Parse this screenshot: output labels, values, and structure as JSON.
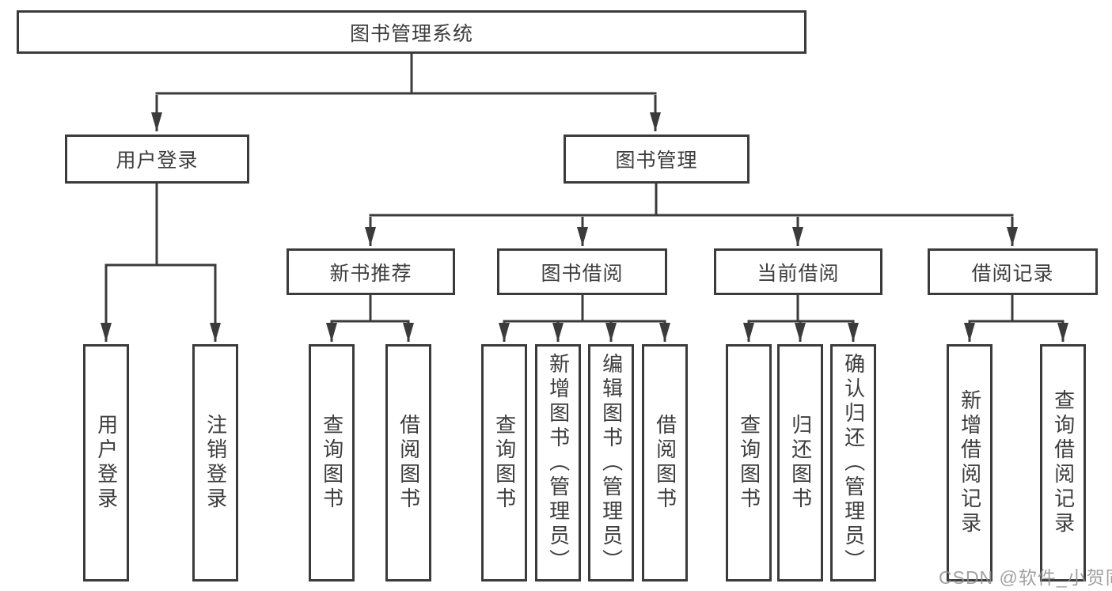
{
  "diagram": {
    "root": {
      "label": "图书管理系统"
    },
    "level2": [
      {
        "label": "用户登录",
        "children": [
          {
            "label": "用户登录"
          },
          {
            "label": "注销登录"
          }
        ]
      },
      {
        "label": "图书管理",
        "children": [
          {
            "label": "新书推荐",
            "children": [
              {
                "label": "查询图书"
              },
              {
                "label": "借阅图书"
              }
            ]
          },
          {
            "label": "图书借阅",
            "children": [
              {
                "label": "查询图书"
              },
              {
                "label": "新增图书（管理员）"
              },
              {
                "label": "编辑图书（管理员）"
              },
              {
                "label": "借阅图书"
              }
            ]
          },
          {
            "label": "当前借阅",
            "children": [
              {
                "label": "查询图书"
              },
              {
                "label": "归还图书"
              },
              {
                "label": "确认归还（管理员）"
              }
            ]
          },
          {
            "label": "借阅记录",
            "children": [
              {
                "label": "新增借阅记录"
              },
              {
                "label": "查询借阅记录"
              }
            ]
          }
        ]
      }
    ]
  },
  "watermark": {
    "text": "CSDN @软件_小贺同学"
  },
  "colors": {
    "line": "#3b3b3b",
    "text": "#3d3d3d",
    "background": "#ffffff"
  }
}
